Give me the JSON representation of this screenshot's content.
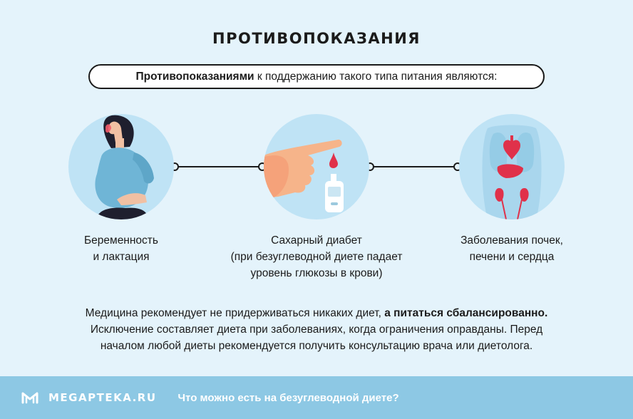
{
  "title": "ПРОТИВОПОКАЗАНИЯ",
  "intro": {
    "bold": "Противопоказаниями",
    "rest": " к поддержанию такого типа питания являются:"
  },
  "items": [
    {
      "icon": "pregnant-woman-icon",
      "lines": [
        "Беременность",
        "и лактация"
      ]
    },
    {
      "icon": "glucose-test-icon",
      "lines": [
        "Сахарный диабет",
        "(при безуглеводной диете падает",
        "уровень глюкозы в крови)"
      ]
    },
    {
      "icon": "organs-icon",
      "lines": [
        "Заболевания почек,",
        "печени и сердца"
      ]
    }
  ],
  "description": {
    "line1_normal": "Медицина рекомендует не придерживаться никаких диет, ",
    "line1_bold": "а питаться сбалансированно.",
    "line2": "Исключение составляет диета при заболеваниях, когда ограничения оправданы. Перед",
    "line3": "началом любой диеты рекомендуется получить консультацию врача или диетолога."
  },
  "footer": {
    "brand": "MEGAPTEKA.RU",
    "link": "Что можно есть на безуглеводной диете?"
  },
  "colors": {
    "background": "#e4f3fb",
    "circle": "#bfe3f5",
    "footer": "#8dc8e4"
  }
}
